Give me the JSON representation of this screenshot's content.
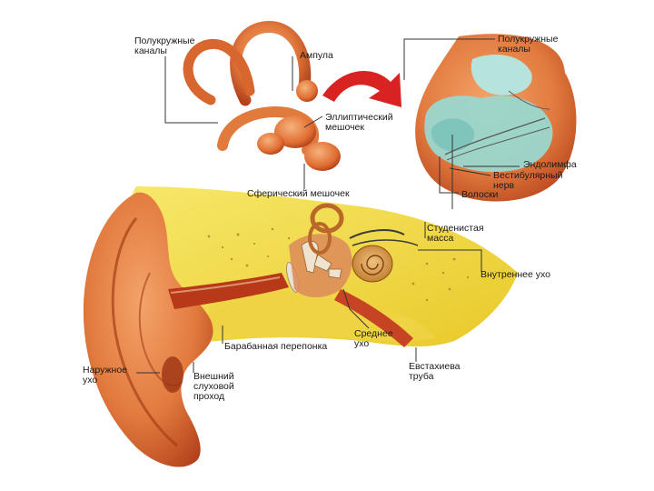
{
  "colors": {
    "flesh": "#e27a3e",
    "flesh_dark": "#b4431c",
    "bone_yellow": "#f2dc3a",
    "cavity_red": "#c8321c",
    "fluid_blue": "#9ad7cf",
    "arrow_red": "#d92323",
    "leader": "#333333"
  },
  "labels": {
    "semicircular_canals": "Полукружные\nканалы",
    "ampulla": "Ампула",
    "utricle": "Эллиптический\nмешочек",
    "saccule": "Сферический мешочек",
    "semicircular_canals_detail": "Полукружные\nканалы",
    "endolymph": "Эндолимфа",
    "vestibular_nerve": "Вестибулярный\nнерв",
    "hairs": "Волоски",
    "gelatinous_mass": "Студенистая\nмасса",
    "inner_ear": "Внутреннее ухо",
    "middle_ear": "Среднее\nухо",
    "eardrum": "Барабанная перепонка",
    "eustachian_tube": "Евстахиева\nтруба",
    "outer_ear": "Наружное\nухо",
    "ear_canal": "Внешний\nслуховой\nпроход"
  }
}
